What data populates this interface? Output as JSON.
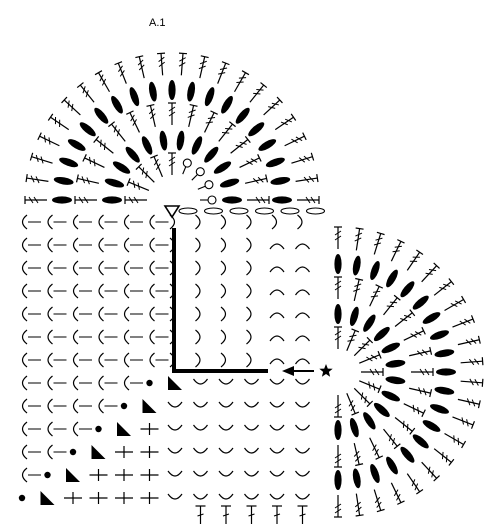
{
  "diagram": {
    "title": "A.1",
    "grid": {
      "cols": 12,
      "rows": 13
    },
    "top_arc": {
      "rounds": 5
    },
    "right_arc": {
      "rounds": 5
    },
    "symbols": [
      "chain-stitch",
      "treble-crochet",
      "puff-stitch",
      "slip-stitch",
      "start-triangle",
      "start-star",
      "direction-arrow",
      "corner-triangle",
      "dot-stitch"
    ]
  },
  "colors": {
    "ink": "#000000",
    "paper": "#ffffff"
  }
}
